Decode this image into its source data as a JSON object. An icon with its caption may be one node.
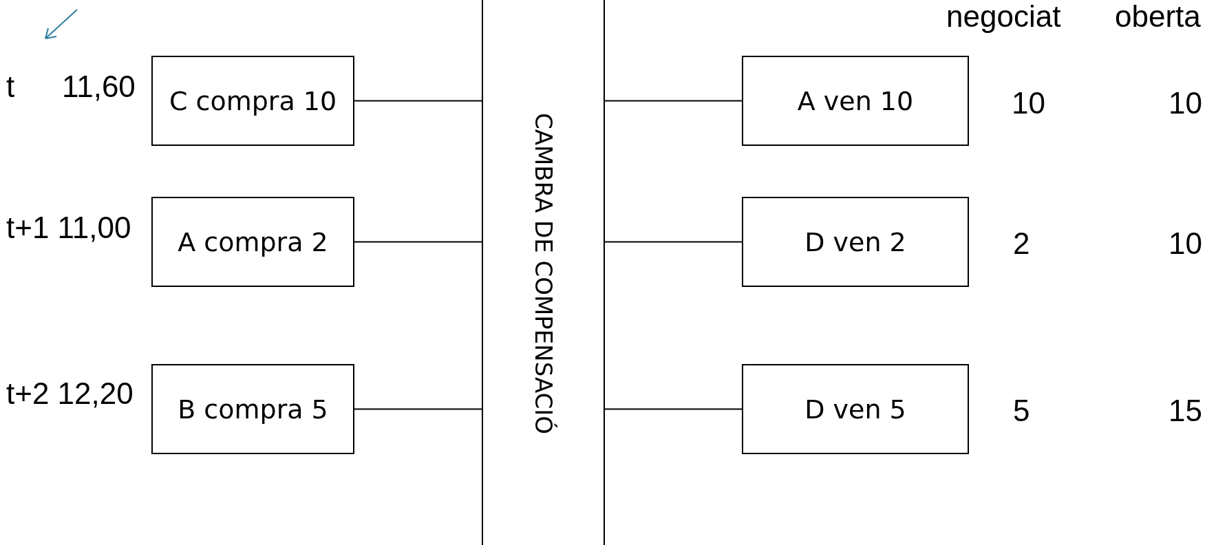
{
  "diagram": {
    "nodes": [
      {
        "text": [
          "C compra 10"
        ]
      },
      {
        "text": [
          "A compra 2"
        ]
      },
      {
        "text": [
          "B compra 5"
        ]
      },
      {
        "text": [
          "CAMBRA DE COMPENSACIÓ"
        ]
      },
      {
        "text": [
          "A ven 10"
        ]
      },
      {
        "text": [
          "D ven 2"
        ]
      },
      {
        "text": [
          "D ven 5"
        ]
      }
    ],
    "edges": [
      {
        "from": 0,
        "to": 3,
        "arrow": "none"
      },
      {
        "from": 1,
        "to": 3,
        "arrow": "none"
      },
      {
        "from": 2,
        "to": 3,
        "arrow": "none"
      },
      {
        "from": 3,
        "to": 4,
        "arrow": "none"
      },
      {
        "from": 3,
        "to": 5,
        "arrow": "none"
      },
      {
        "from": 3,
        "to": 6,
        "arrow": "none"
      }
    ],
    "labels": [
      "negociat",
      "oberta",
      "t",
      "11,60",
      "10",
      "10",
      "t+1 11,00",
      "2",
      "10",
      "t+2 12,20",
      "5",
      "15"
    ]
  }
}
